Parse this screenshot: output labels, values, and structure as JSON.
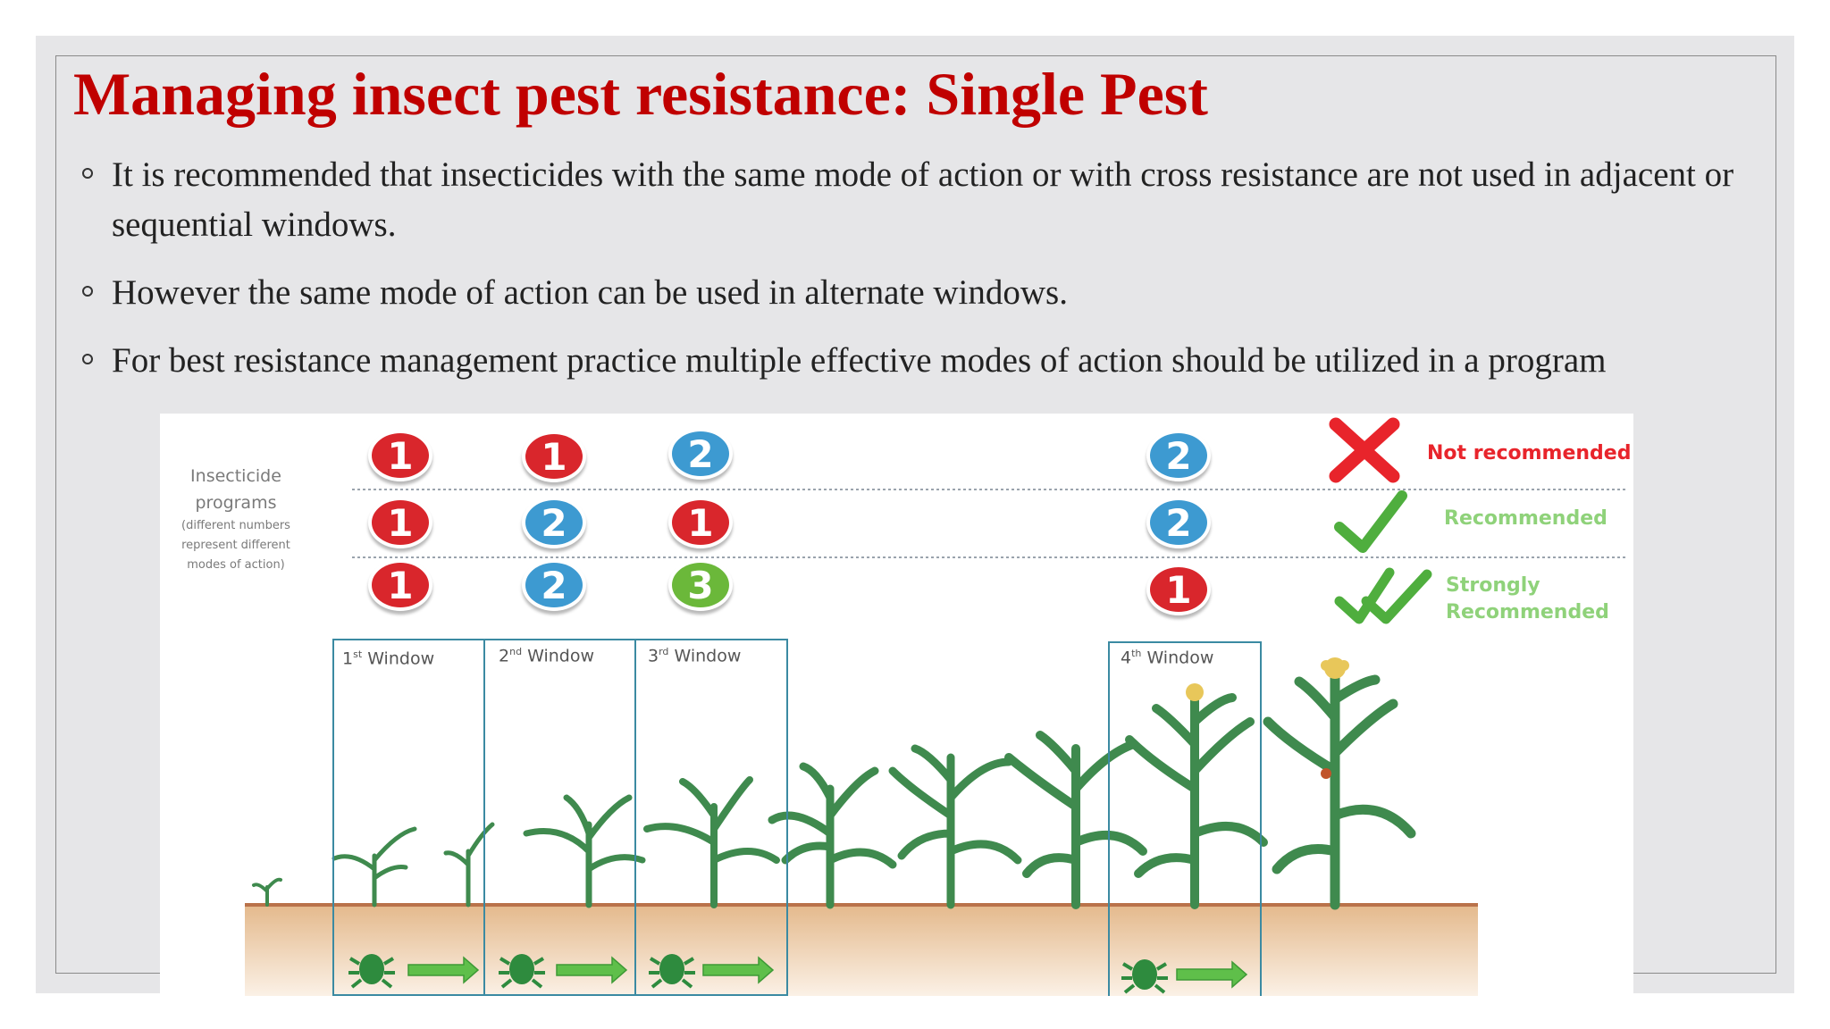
{
  "slide": {
    "title": "Managing insect pest resistance: Single Pest",
    "bullets": [
      "It is recommended that insecticides with the same mode of action or with cross resistance are not used in adjacent or sequential windows.",
      "However the same mode of action can be used in alternate windows.",
      "For best resistance management practice multiple effective modes of action should be utilized in a program"
    ]
  },
  "figure": {
    "side_label_line1": "Insecticide",
    "side_label_line2": "programs",
    "side_label_line3": "(different numbers",
    "side_label_line4": "represent different",
    "side_label_line5": "modes of action)",
    "programs": [
      {
        "badges": [
          "1",
          "1",
          "2",
          "2"
        ],
        "legend": "Not recommended",
        "legend_icon": "cross-icon",
        "legend_color": "#e8242b"
      },
      {
        "badges": [
          "1",
          "2",
          "1",
          "2"
        ],
        "legend": "Recommended",
        "legend_icon": "check-icon",
        "legend_color": "#5fbf4a"
      },
      {
        "badges": [
          "1",
          "2",
          "3",
          "1"
        ],
        "legend_line1": "Strongly",
        "legend_line2": "Recommended",
        "legend_icon": "double-check-icon",
        "legend_color": "#5fbf4a"
      }
    ],
    "windows": [
      {
        "num": "1",
        "suffix": "st",
        "label": "Window"
      },
      {
        "num": "2",
        "suffix": "nd",
        "label": "Window"
      },
      {
        "num": "3",
        "suffix": "rd",
        "label": "Window"
      },
      {
        "num": "4",
        "suffix": "th",
        "label": "Window"
      }
    ],
    "colors": {
      "mode1": "#d9262c",
      "mode2": "#3d9ad1",
      "mode3": "#6bb83a",
      "window_border": "#3b8aa2",
      "soil": "#e2b88e",
      "leaf": "#3f8a4e",
      "bug": "#2e8b3e",
      "arrow": "#5fbf4a"
    }
  }
}
